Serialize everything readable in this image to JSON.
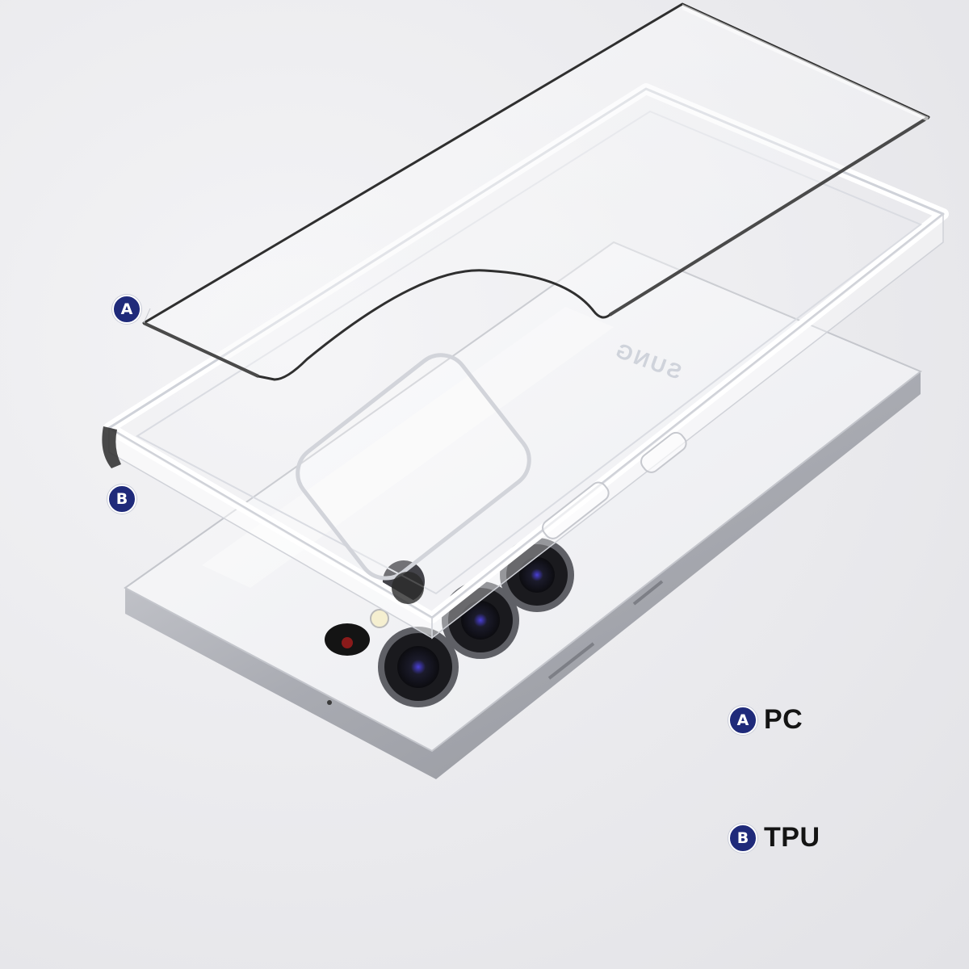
{
  "callouts": {
    "a_letter": "A",
    "b_letter": "B"
  },
  "legend": {
    "items": [
      {
        "letter": "A",
        "label": "PC"
      },
      {
        "letter": "B",
        "label": "TPU"
      }
    ]
  },
  "phone": {
    "brand_text": "SUNG"
  },
  "colors": {
    "badge": "#1f2a7a",
    "background": "#ececef",
    "phone_frame": "#b8bac0",
    "phone_back": "#f2f2f4"
  }
}
